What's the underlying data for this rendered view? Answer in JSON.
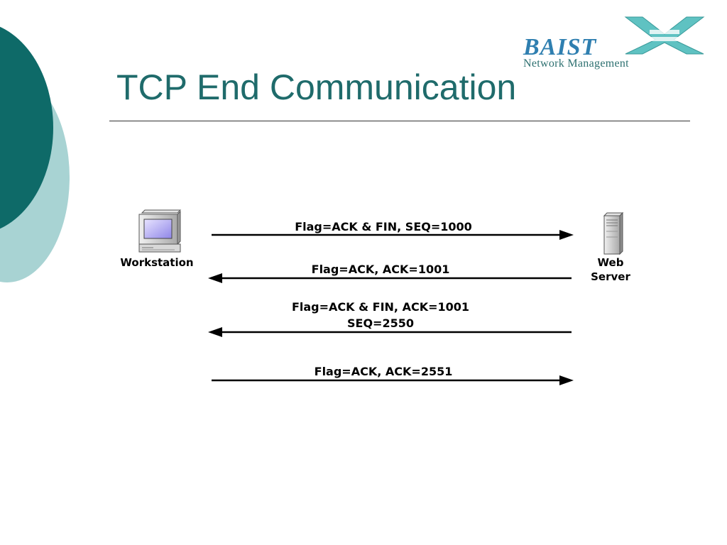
{
  "slide": {
    "title": "TCP End Communication"
  },
  "logo": {
    "name": "BAIST",
    "tagline": "Network Management"
  },
  "nodes": {
    "client": {
      "label": "Workstation",
      "icon": "workstation-icon"
    },
    "server": {
      "label_line1": "Web",
      "label_line2": "Server",
      "icon": "server-icon"
    }
  },
  "messages": [
    {
      "direction": "client-to-server",
      "line1": "Flag=ACK & FIN, SEQ=1000"
    },
    {
      "direction": "server-to-client",
      "line1": "Flag=ACK, ACK=1001"
    },
    {
      "direction": "server-to-client",
      "line1": "Flag=ACK & FIN, ACK=1001",
      "line2": "SEQ=2550"
    },
    {
      "direction": "client-to-server",
      "line1": "Flag=ACK, ACK=2551"
    }
  ],
  "colors": {
    "title": "#1f6b6b",
    "deco_dark": "#0e6a68",
    "deco_light": "#a8d3d3",
    "logo_blue": "#2f7fb0",
    "logo_mark": "#5fc2c2"
  }
}
